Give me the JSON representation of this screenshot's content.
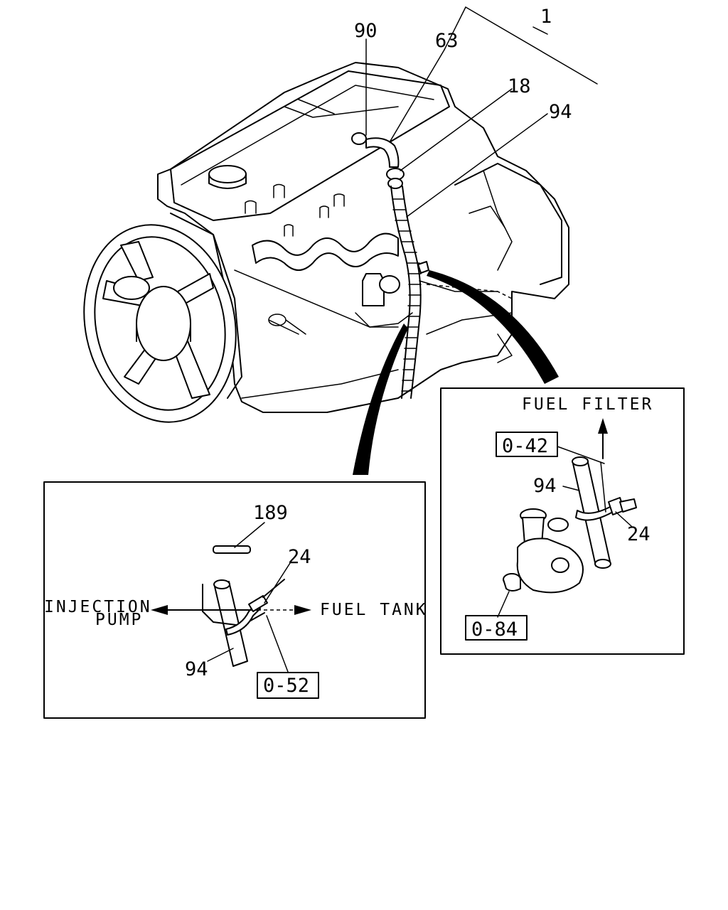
{
  "main_view": {
    "callouts": {
      "c1": "1",
      "c90": "90",
      "c63": "63",
      "c18": "18",
      "c94": "94"
    }
  },
  "detail_left": {
    "label_injection": "INJECTION",
    "label_pump": "PUMP",
    "label_fuel_tank": "FUEL TANK",
    "callout_189": "189",
    "callout_24": "24",
    "callout_94": "94",
    "ref_box": "0-52"
  },
  "detail_right": {
    "label_fuel_filter": "FUEL FILTER",
    "callout_94": "94",
    "callout_24": "24",
    "ref_box_top": "0-42",
    "ref_box_bottom": "0-84"
  }
}
